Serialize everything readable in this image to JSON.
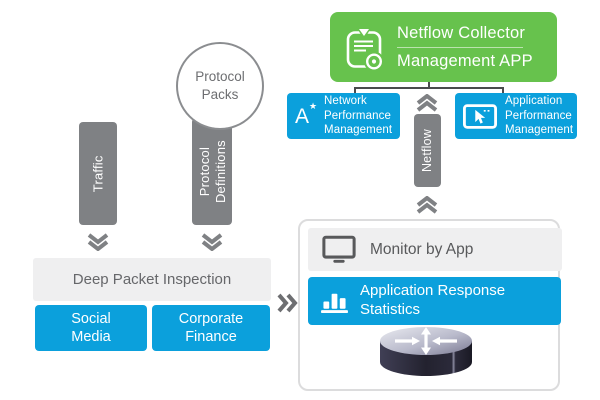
{
  "diagram": {
    "protocol_packs": {
      "lines": [
        "Protocol",
        "Packs"
      ]
    },
    "traffic": {
      "label": "Traffic"
    },
    "protocol_definitions": {
      "lines": [
        "Protocol",
        "Definitions"
      ]
    },
    "deep_packet_inspection": {
      "label": "Deep Packet Inspection"
    },
    "social_media": {
      "lines": [
        "Social",
        "Media"
      ]
    },
    "corporate_finance": {
      "lines": [
        "Corporate",
        "Finance"
      ]
    },
    "netflow_app": {
      "lines": [
        "Netflow Collector",
        "Management APP"
      ],
      "icon": "clipboard-check-icon"
    },
    "network_performance": {
      "icon_glyph": "A",
      "icon_star": "★",
      "lines": [
        "Network",
        "Performance",
        "Management"
      ],
      "icon": "a-star-icon"
    },
    "application_performance": {
      "lines": [
        "Application",
        "Performance",
        "Management"
      ],
      "icon": "app-window-cursor-icon"
    },
    "netflow_pipe": {
      "label": "Netflow"
    },
    "monitor_by_app": {
      "label": "Monitor by App",
      "icon": "monitor-icon"
    },
    "application_response_statistics": {
      "lines": [
        "Application Response",
        "Statistics"
      ],
      "icon": "bar-chart-icon"
    },
    "router": {
      "icon": "router-icon"
    }
  },
  "colors": {
    "blue": "#0BA0DC",
    "green": "#67C24D",
    "bar_gray": "#7F8184",
    "panel_gray": "#EFEFF0",
    "text_gray": "#66676A",
    "circle_border": "#8B8D90",
    "chevron_gray": "#7F8184",
    "chevron_dark": "#6D6E71",
    "connector_line": "#4A4B4D",
    "outer_border": "#DCDCDD",
    "router_dark": "#23222F"
  }
}
